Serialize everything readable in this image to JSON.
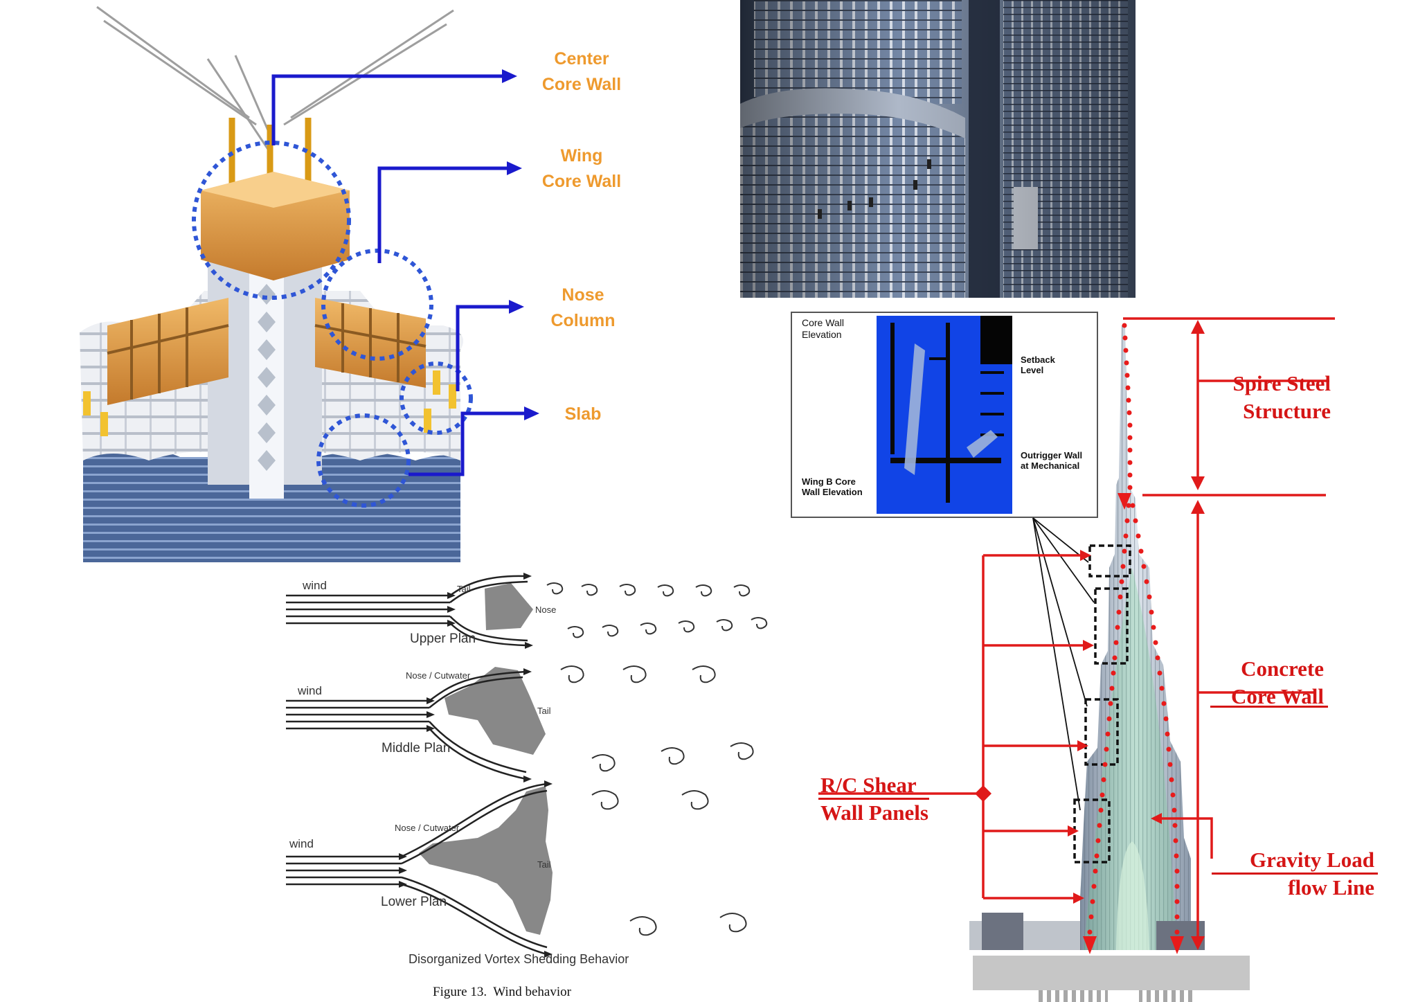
{
  "core_labels": {
    "center_core_wall": [
      "Center",
      "Core Wall"
    ],
    "wing_core_wall": [
      "Wing",
      "Core Wall"
    ],
    "nose_column": [
      "Nose",
      "Column"
    ],
    "slab": "Slab"
  },
  "elevation_inset": {
    "core_wall_elevation": [
      "Core Wall",
      "Elevation"
    ],
    "setback_level": [
      "Setback",
      "Level"
    ],
    "outrigger_wall": [
      "Outrigger Wall",
      "at Mechanical"
    ],
    "wing_b_core": [
      "Wing B Core",
      "Wall Elevation"
    ]
  },
  "wind_diagram": {
    "wind_word": "wind",
    "tail_word": "Tail",
    "nose_word": "Nose",
    "cutwater_word": "Nose / Cutwater",
    "upper_plan": "Upper Plan",
    "middle_plan": "Middle Plan",
    "lower_plan": "Lower Plan",
    "caption": "Disorganized Vortex Shedding Behavior",
    "figure_title": "Figure 13.  Wind behavior"
  },
  "tower_labels": {
    "spire_steel": [
      "Spire Steel",
      "Structure"
    ],
    "concrete_core": [
      "Concrete",
      "Core Wall"
    ],
    "rc_shear": [
      "R/C Shear",
      "Wall Panels"
    ],
    "gravity_load": [
      "Gravity Load",
      "flow Line"
    ]
  },
  "colors": {
    "label_orange": "#ee9a2e",
    "arrow_blue": "#1a1acc",
    "accent_red": "#d51515"
  }
}
